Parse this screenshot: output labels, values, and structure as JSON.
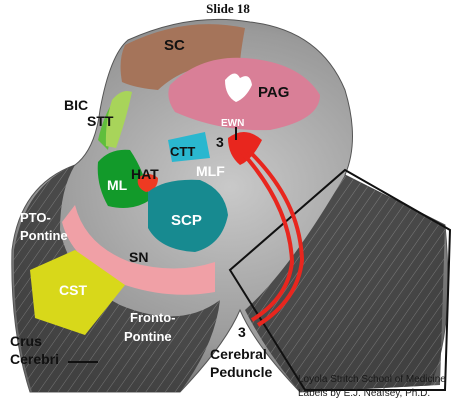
{
  "title": "Slide 18",
  "labels": {
    "sc": "SC",
    "pag": "PAG",
    "bic": "BIC",
    "stt": "STT",
    "ewn": "EWN",
    "cn3_upper": "3",
    "ctt": "CTT",
    "hat": "HAT",
    "mlf": "MLF",
    "ml": "ML",
    "scp": "SCP",
    "pto_line1": "PTO-",
    "pto_line2": "Pontine",
    "sn": "SN",
    "cst": "CST",
    "fronto_line1": "Fronto-",
    "fronto_line2": "Pontine",
    "crus_line1": "Crus",
    "crus_line2": "Cerebri",
    "cn3_lower": "3",
    "peduncle_line1": "Cerebral",
    "peduncle_line2": "Peduncle"
  },
  "credits": {
    "line1": "Loyola Stritch School of Medicine",
    "line2": "Labels by E.J. Neafsey, Ph.D."
  },
  "colors": {
    "sc": "#a5745a",
    "pag": "#d97f97",
    "bic": "#5fbe3c",
    "stt": "#a8d45a",
    "ctt": "#2ab7cf",
    "hat": "#ee3a22",
    "ml": "#129a2a",
    "scp": "#178a90",
    "sn": "#f0a0a6",
    "cst": "#d8d81a",
    "cn3": "#e8261e"
  }
}
